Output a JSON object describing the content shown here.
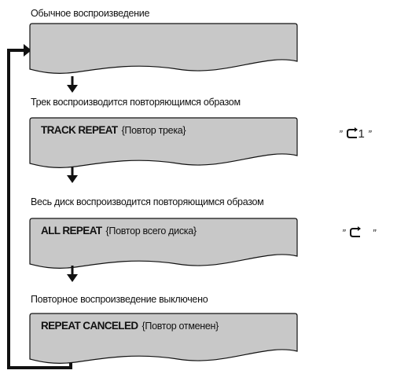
{
  "steps": [
    {
      "caption": "Обычное воспроизведение",
      "mode_label": "",
      "mode_desc": "",
      "indicator": null
    },
    {
      "caption": "Трек воспроизводится повторяющимся образом",
      "mode_label": "TRACK REPEAT",
      "mode_desc": "{Повтор трека}",
      "indicator": {
        "open_quote": "”",
        "digit": "1",
        "close_quote": "”",
        "icon": "repeat-one-icon"
      }
    },
    {
      "caption": "Весь диск воспроизводится повторяющимся образом",
      "mode_label": "ALL REPEAT",
      "mode_desc": "{Повтор всего диска}",
      "indicator": {
        "open_quote": "”",
        "digit": "",
        "close_quote": "”",
        "icon": "repeat-all-icon"
      }
    },
    {
      "caption": "Повторное воспроизведение выключено",
      "mode_label": "REPEAT CANCELED",
      "mode_desc": "{Повтор отменен}",
      "indicator": null
    }
  ],
  "colors": {
    "display_fill": "#c8c8c8",
    "line": "#111111"
  }
}
